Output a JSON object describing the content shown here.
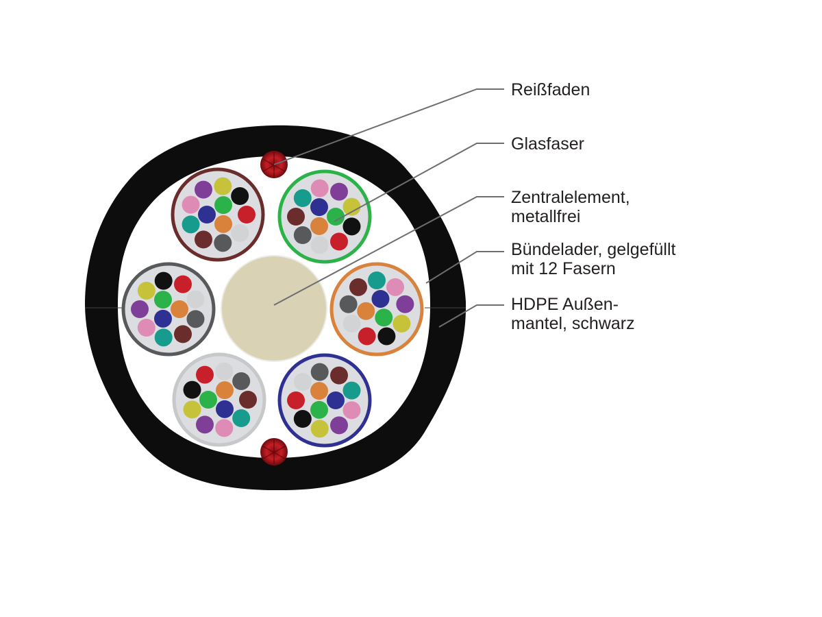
{
  "labels": {
    "ripcord": "Reißfaden",
    "fiber": "Glasfaser",
    "central_line1": "Zentralelement,",
    "central_line2": "metallfrei",
    "tube_line1": "Bündelader, gelgefüllt",
    "tube_line2": "mit 12 Fasern",
    "sheath_line1": "HDPE Außen-",
    "sheath_line2": "mantel, schwarz"
  },
  "colors": {
    "sheath": "#0d0d0d",
    "core_fill": "#ffffff",
    "central_element": "#d9d2b5",
    "ripcord": "#b3151c",
    "leader_line": "#6d6e71",
    "label_text": "#231f20"
  },
  "fiber_colors": {
    "red": "#c8202b",
    "green": "#2bb34a",
    "blue": "#2e3192",
    "yellow": "#c6c23a",
    "white": "#d1d3d4",
    "gray": "#58595b",
    "brown": "#6b2c2c",
    "violet": "#7f3f98",
    "teal": "#169b8c",
    "black": "#111111",
    "orange": "#d9823b",
    "pink": "#de8bb6"
  },
  "buffer_tubes": [
    {
      "name": "tube-brown",
      "ring_color": "#6b2c2c",
      "fill": "#dcdde0"
    },
    {
      "name": "tube-green",
      "ring_color": "#2bb34a",
      "fill": "#dcdde0"
    },
    {
      "name": "tube-orange",
      "ring_color": "#d9823b",
      "fill": "#dcdde0"
    },
    {
      "name": "tube-blue",
      "ring_color": "#2e3192",
      "fill": "#dcdde0"
    },
    {
      "name": "tube-white",
      "ring_color": "#c7c8ca",
      "fill": "#dcdde0"
    },
    {
      "name": "tube-gray",
      "ring_color": "#58595b",
      "fill": "#dcdde0"
    }
  ]
}
